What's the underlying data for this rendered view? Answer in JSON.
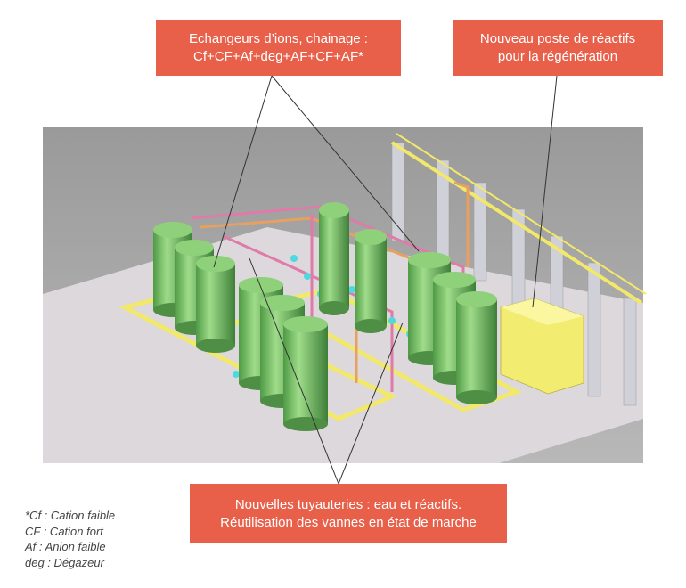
{
  "callouts": {
    "exchangers": {
      "line1": "Echangeurs d’ions, chainage :",
      "line2": "Cf+CF+Af+deg+AF+CF+AF*"
    },
    "reagent_station": {
      "line1": "Nouveau poste de réactifs",
      "line2": "pour la régénération"
    },
    "piping": {
      "line1": "Nouvelles tuyauteries : eau et réactifs.",
      "line2": "Réutilisation des vannes en état de marche"
    }
  },
  "legend": [
    "*Cf : Cation faible",
    "CF : Cation fort",
    "Af : Anion faible",
    "deg : Dégazeur"
  ],
  "colors": {
    "callout": "#e8604a",
    "tank": "#7dc46a",
    "frame": "#f2e86a",
    "pipe_pink": "#e07aa8",
    "pipe_orange": "#e8a060"
  }
}
